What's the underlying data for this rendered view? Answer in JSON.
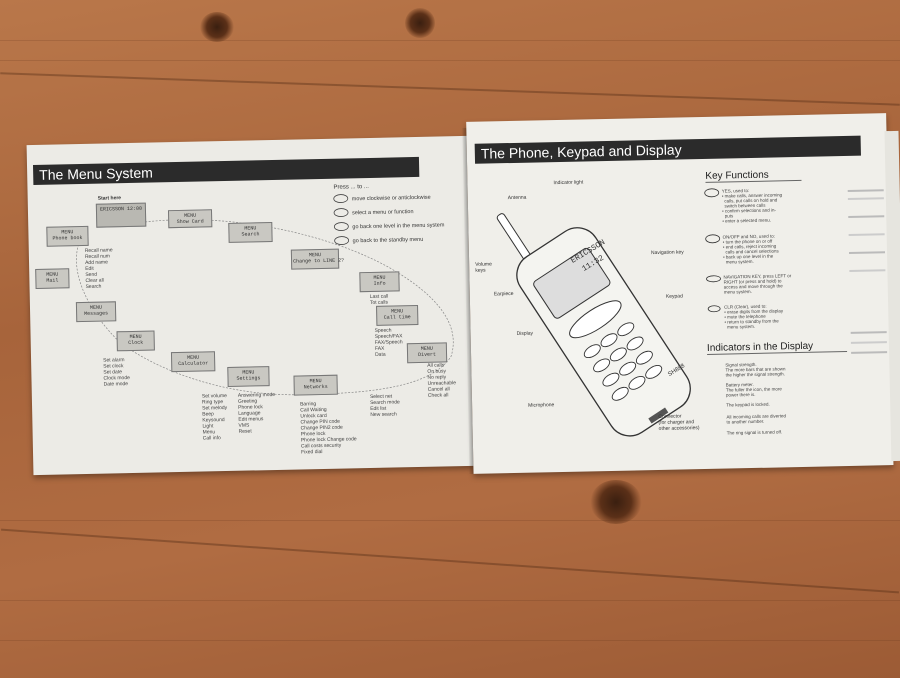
{
  "left_page": {
    "title": "The Menu System",
    "legend_press": "Press ... to ...",
    "legend_items": [
      "move clockwise or anticlockwise",
      "select a menu or function",
      "go back one level in the menu system",
      "go back to the standby menu"
    ],
    "menu_boxes": [
      {
        "label": "MENU\nPhone book"
      },
      {
        "label": "MENU\nMail"
      },
      {
        "label": "MENU\nMessages"
      },
      {
        "label": "MENU\nClock"
      },
      {
        "label": "MENU\nCalculator"
      },
      {
        "label": "MENU\nSettings"
      },
      {
        "label": "MENU\nNetworks"
      },
      {
        "label": "MENU\nCall time"
      },
      {
        "label": "MENU\nInfo"
      },
      {
        "label": "MENU\nDivert"
      },
      {
        "label": "MENU\nChange to LINE 2?"
      },
      {
        "label": "MENU\nShow Card"
      },
      {
        "label": "MENU\nSearch"
      }
    ],
    "standby_label": "Start here",
    "standby_screen": "ERICSSON 12:00",
    "lists": {
      "phone_book": "Recall name\nRecall num\nAdd name\nEdit\nSend\nClear all\nSearch",
      "callers": "Last call\nTot calls",
      "call_info": "Speech\nSpeech/FAX\nFAX/Speech\nFAX\nData",
      "divert": "All calls\nOn busy\nNo reply\nUnreachable\nCancel all\nCheck all",
      "settings": "Set volume\nRing type\nSet melody\nBeep\nKeysound\nLight\nMenu\nCall info",
      "settings2": "Answering mode\nGreeting\nPhone lock\nLanguage\nEdit menus\nVMS\nReset",
      "security": "Barring\nCall Waiting\nUnlock card\nChange PIN code\nChange PIN2 code\nPhone lock\nPhone lock Change code\nCall costs security\nFixed dial",
      "networks": "Select net\nSearch mode\nEdit list\nNew search",
      "clock": "Set alarm\nSet clock\nSet date\nClock mode\nDate mode"
    }
  },
  "right_page": {
    "title": "The Phone, Keypad and Display",
    "phone_labels": {
      "antenna": "Antenna",
      "indicator_light": "Indicator light",
      "volume_keys": "Volume keys",
      "earpiece": "Earpiece",
      "navigation_key": "Navigation key",
      "keypad": "Keypad",
      "display": "Display",
      "microphone": "Microphone",
      "connector": "Connector\n(for charger and\nother accessories)"
    },
    "phone_display_text": "ERICSSON",
    "phone_display_time": "11:32",
    "phone_model": "SH888",
    "key_functions": {
      "heading": "Key Functions",
      "items": [
        {
          "key": "YES",
          "text": "YES, used to:\n• make calls, answer incoming\n  calls, put calls on hold and\n  switch between calls\n• confirm selections and in-\n  puts\n• enter a selected menu."
        },
        {
          "key": "NO",
          "text": "ON/OFF and NO, used to:\n• turn the phone on or off\n• end calls, reject incoming\n  calls and cancel selections\n• back up one level in the\n  menu system."
        },
        {
          "key": "NAV",
          "text": "NAVIGATION KEY, press LEFT or\nRIGHT (or press and hold) to\naccess and move through the\nmenu system."
        },
        {
          "key": "CLR",
          "text": "CLR (Clear), used to:\n• erase digits from the display\n• mute the telephone\n• return to standby from the\n  menu system."
        }
      ]
    },
    "indicators": {
      "heading": "Indicators in the Display",
      "items": [
        "Signal strength.\nThe more bars that are shown\nthe higher the signal strength.",
        "Battery meter.\nThe fuller the icon, the more\npower there is.",
        "The keypad is locked.",
        "All incoming calls are diverted\nto another number.",
        "The ring signal is turned off."
      ]
    }
  }
}
